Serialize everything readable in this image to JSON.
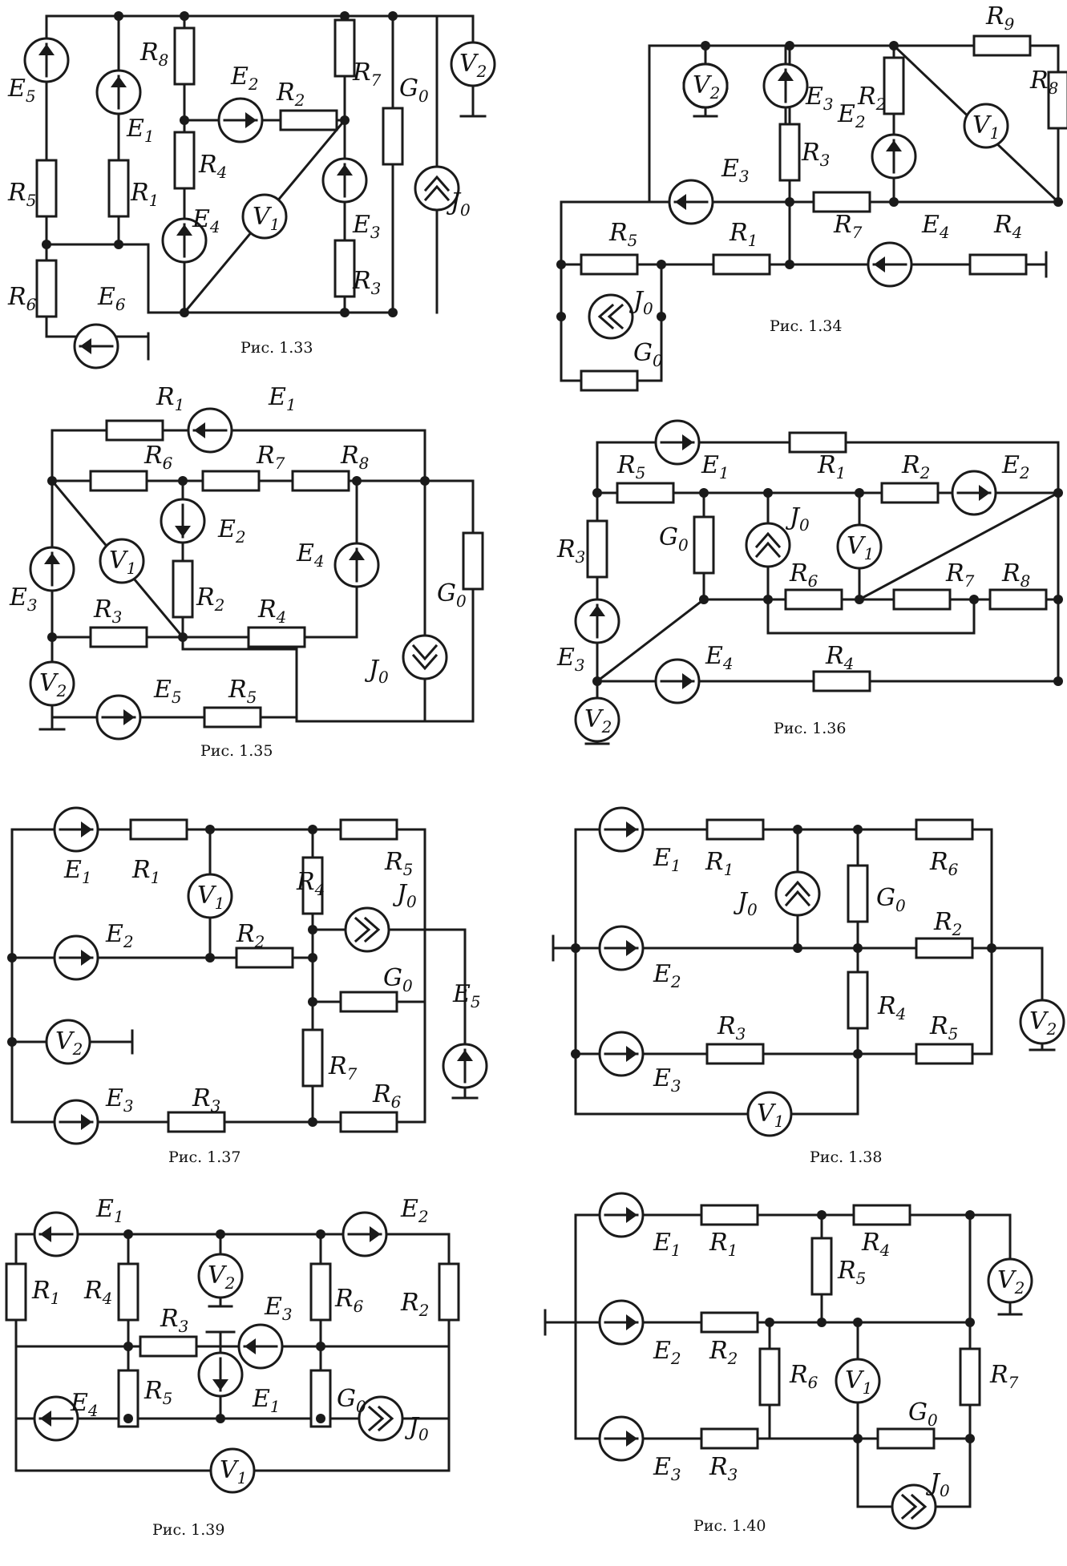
{
  "figures": [
    {
      "id": "fig-1-33",
      "caption": "Рис. 1.33"
    },
    {
      "id": "fig-1-34",
      "caption": "Рис. 1.34"
    },
    {
      "id": "fig-1-35",
      "caption": "Рис. 1.35"
    },
    {
      "id": "fig-1-36",
      "caption": "Рис. 1.36"
    },
    {
      "id": "fig-1-37",
      "caption": "Рис. 1.37"
    },
    {
      "id": "fig-1-38",
      "caption": "Рис. 1.38"
    },
    {
      "id": "fig-1-39",
      "caption": "Рис. 1.39"
    },
    {
      "id": "fig-1-40",
      "caption": "Рис. 1.40"
    }
  ],
  "labels": {
    "E1": "E1",
    "E2": "E2",
    "E3": "E3",
    "E4": "E4",
    "E5": "E5",
    "E6": "E6",
    "R1": "R1",
    "R2": "R2",
    "R3": "R3",
    "R4": "R4",
    "R5": "R5",
    "R6": "R6",
    "R7": "R7",
    "R8": "R8",
    "R9": "R9",
    "V1": "V1",
    "V2": "V2",
    "G0": "G0",
    "J0": "J0"
  }
}
